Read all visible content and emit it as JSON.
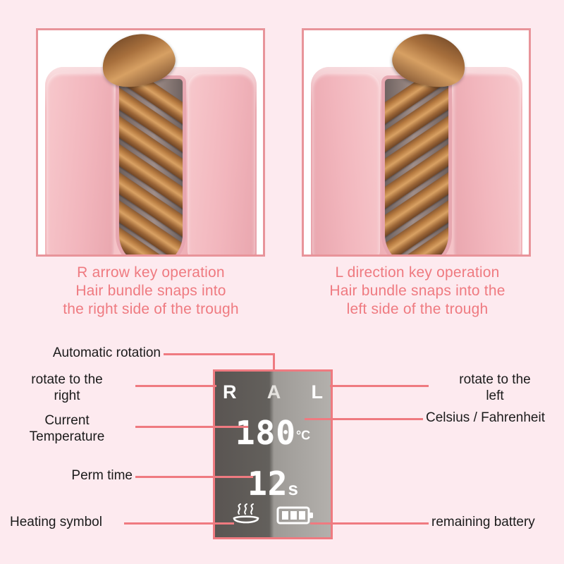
{
  "background_color": "#fdeaef",
  "accent_color": "#ef7a80",
  "frame_border_color": "#e8949a",
  "photos": [
    {
      "name": "right-direction-demo",
      "caption_lines": [
        "R arrow key operation",
        "Hair bundle snaps into",
        "the right side of the trough"
      ]
    },
    {
      "name": "left-direction-demo",
      "caption_lines": [
        "L direction key operation",
        "Hair bundle snaps into the",
        "left side of the trough"
      ]
    }
  ],
  "lcd": {
    "direction_letters": {
      "right": "R",
      "auto": "A",
      "left": "L"
    },
    "temperature": {
      "value": "180",
      "unit": "°C"
    },
    "timer": {
      "value": "12",
      "unit": "s"
    },
    "icons": {
      "heating": "heating-steam-icon",
      "battery": "battery-icon",
      "battery_bars": 3
    }
  },
  "annotations": {
    "automatic_rotation": {
      "lines": [
        "Automatic rotation"
      ]
    },
    "rotate_right": {
      "lines": [
        "rotate to the",
        "right"
      ]
    },
    "current_temperature": {
      "lines": [
        "Current",
        "Temperature"
      ]
    },
    "perm_time": {
      "lines": [
        "Perm time"
      ]
    },
    "heating_symbol": {
      "lines": [
        "Heating symbol"
      ]
    },
    "rotate_left": {
      "lines": [
        "rotate to the",
        "left"
      ]
    },
    "celsius_fahrenheit": {
      "lines": [
        "Celsius / Fahrenheit"
      ]
    },
    "remaining_battery": {
      "lines": [
        "remaining battery"
      ]
    }
  }
}
